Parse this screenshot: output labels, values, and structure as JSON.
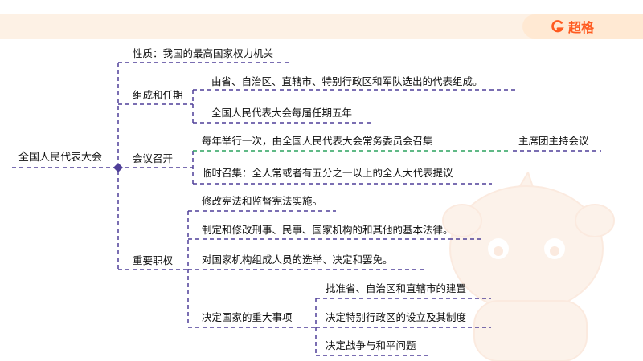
{
  "brand": {
    "name": "超格",
    "color": "#ff5a1f"
  },
  "mindmap": {
    "root": "全国人民代表大会",
    "nature": "性质：我国的最高国家权力机关",
    "composition": {
      "label": "组成和任期",
      "items": [
        "由省、自治区、直辖市、特别行政区和军队选出的代表组成。",
        "全国人民代表大会每届任期五年"
      ]
    },
    "meeting": {
      "label": "会议召开",
      "regular": "每年举行一次，由全国人民代表大会常务委员会召集",
      "regular_note": "主席团主持会议",
      "temporary": "临时召集：全人常或者有五分之一以上的全人大代表提议"
    },
    "powers": {
      "label": "重要职权",
      "items": [
        "修改宪法和监督宪法实施。",
        "制定和修改刑事、民事、国家机构的和其他的基本法律。",
        "对国家机构组成人员的选举、决定和罢免。"
      ],
      "major": {
        "label": "决定国家的重大事项",
        "items": [
          "批准省、自治区和直辖市的建置",
          "决定特别行政区的设立及其制度",
          "决定战争与和平问题"
        ]
      }
    }
  },
  "colors": {
    "line": "#4f3f98",
    "highlight": "#2ca25f"
  }
}
